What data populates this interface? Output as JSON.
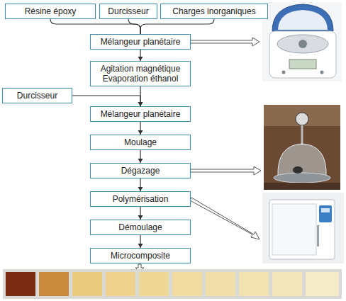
{
  "diagram": {
    "nodes": [
      {
        "text": [
          "Résine époxy"
        ]
      },
      {
        "text": [
          "Durcisseur"
        ]
      },
      {
        "text": [
          "Charges inorganiques"
        ]
      },
      {
        "text": [
          "Mélangeur planétaire"
        ]
      },
      {
        "text": [
          "Agitation magnétique",
          "Evaporation éthanol"
        ]
      },
      {
        "text": [
          "Durcisseur"
        ]
      },
      {
        "text": [
          "Mélangeur planétaire"
        ]
      },
      {
        "text": [
          "Moulage"
        ]
      },
      {
        "text": [
          "Dégazage"
        ]
      },
      {
        "text": [
          "Polymérisation"
        ]
      },
      {
        "text": [
          "Démoulage"
        ]
      },
      {
        "text": [
          "Microcomposite"
        ]
      }
    ],
    "edges": [
      {
        "from": 0,
        "to": 3,
        "arrow": "none"
      },
      {
        "from": 1,
        "to": 3,
        "arrow": "none"
      },
      {
        "from": 2,
        "to": 3,
        "arrow": "none"
      },
      {
        "from": 3,
        "to": 4,
        "arrow": "to"
      },
      {
        "from": 4,
        "to": 6,
        "arrow": "to"
      },
      {
        "from": 5,
        "to": 6,
        "arrow": "to"
      },
      {
        "from": 6,
        "to": 7,
        "arrow": "to"
      },
      {
        "from": 7,
        "to": 8,
        "arrow": "to"
      },
      {
        "from": 8,
        "to": 9,
        "arrow": "to"
      },
      {
        "from": 9,
        "to": 10,
        "arrow": "to"
      },
      {
        "from": 10,
        "to": 11,
        "arrow": "to"
      }
    ]
  }
}
